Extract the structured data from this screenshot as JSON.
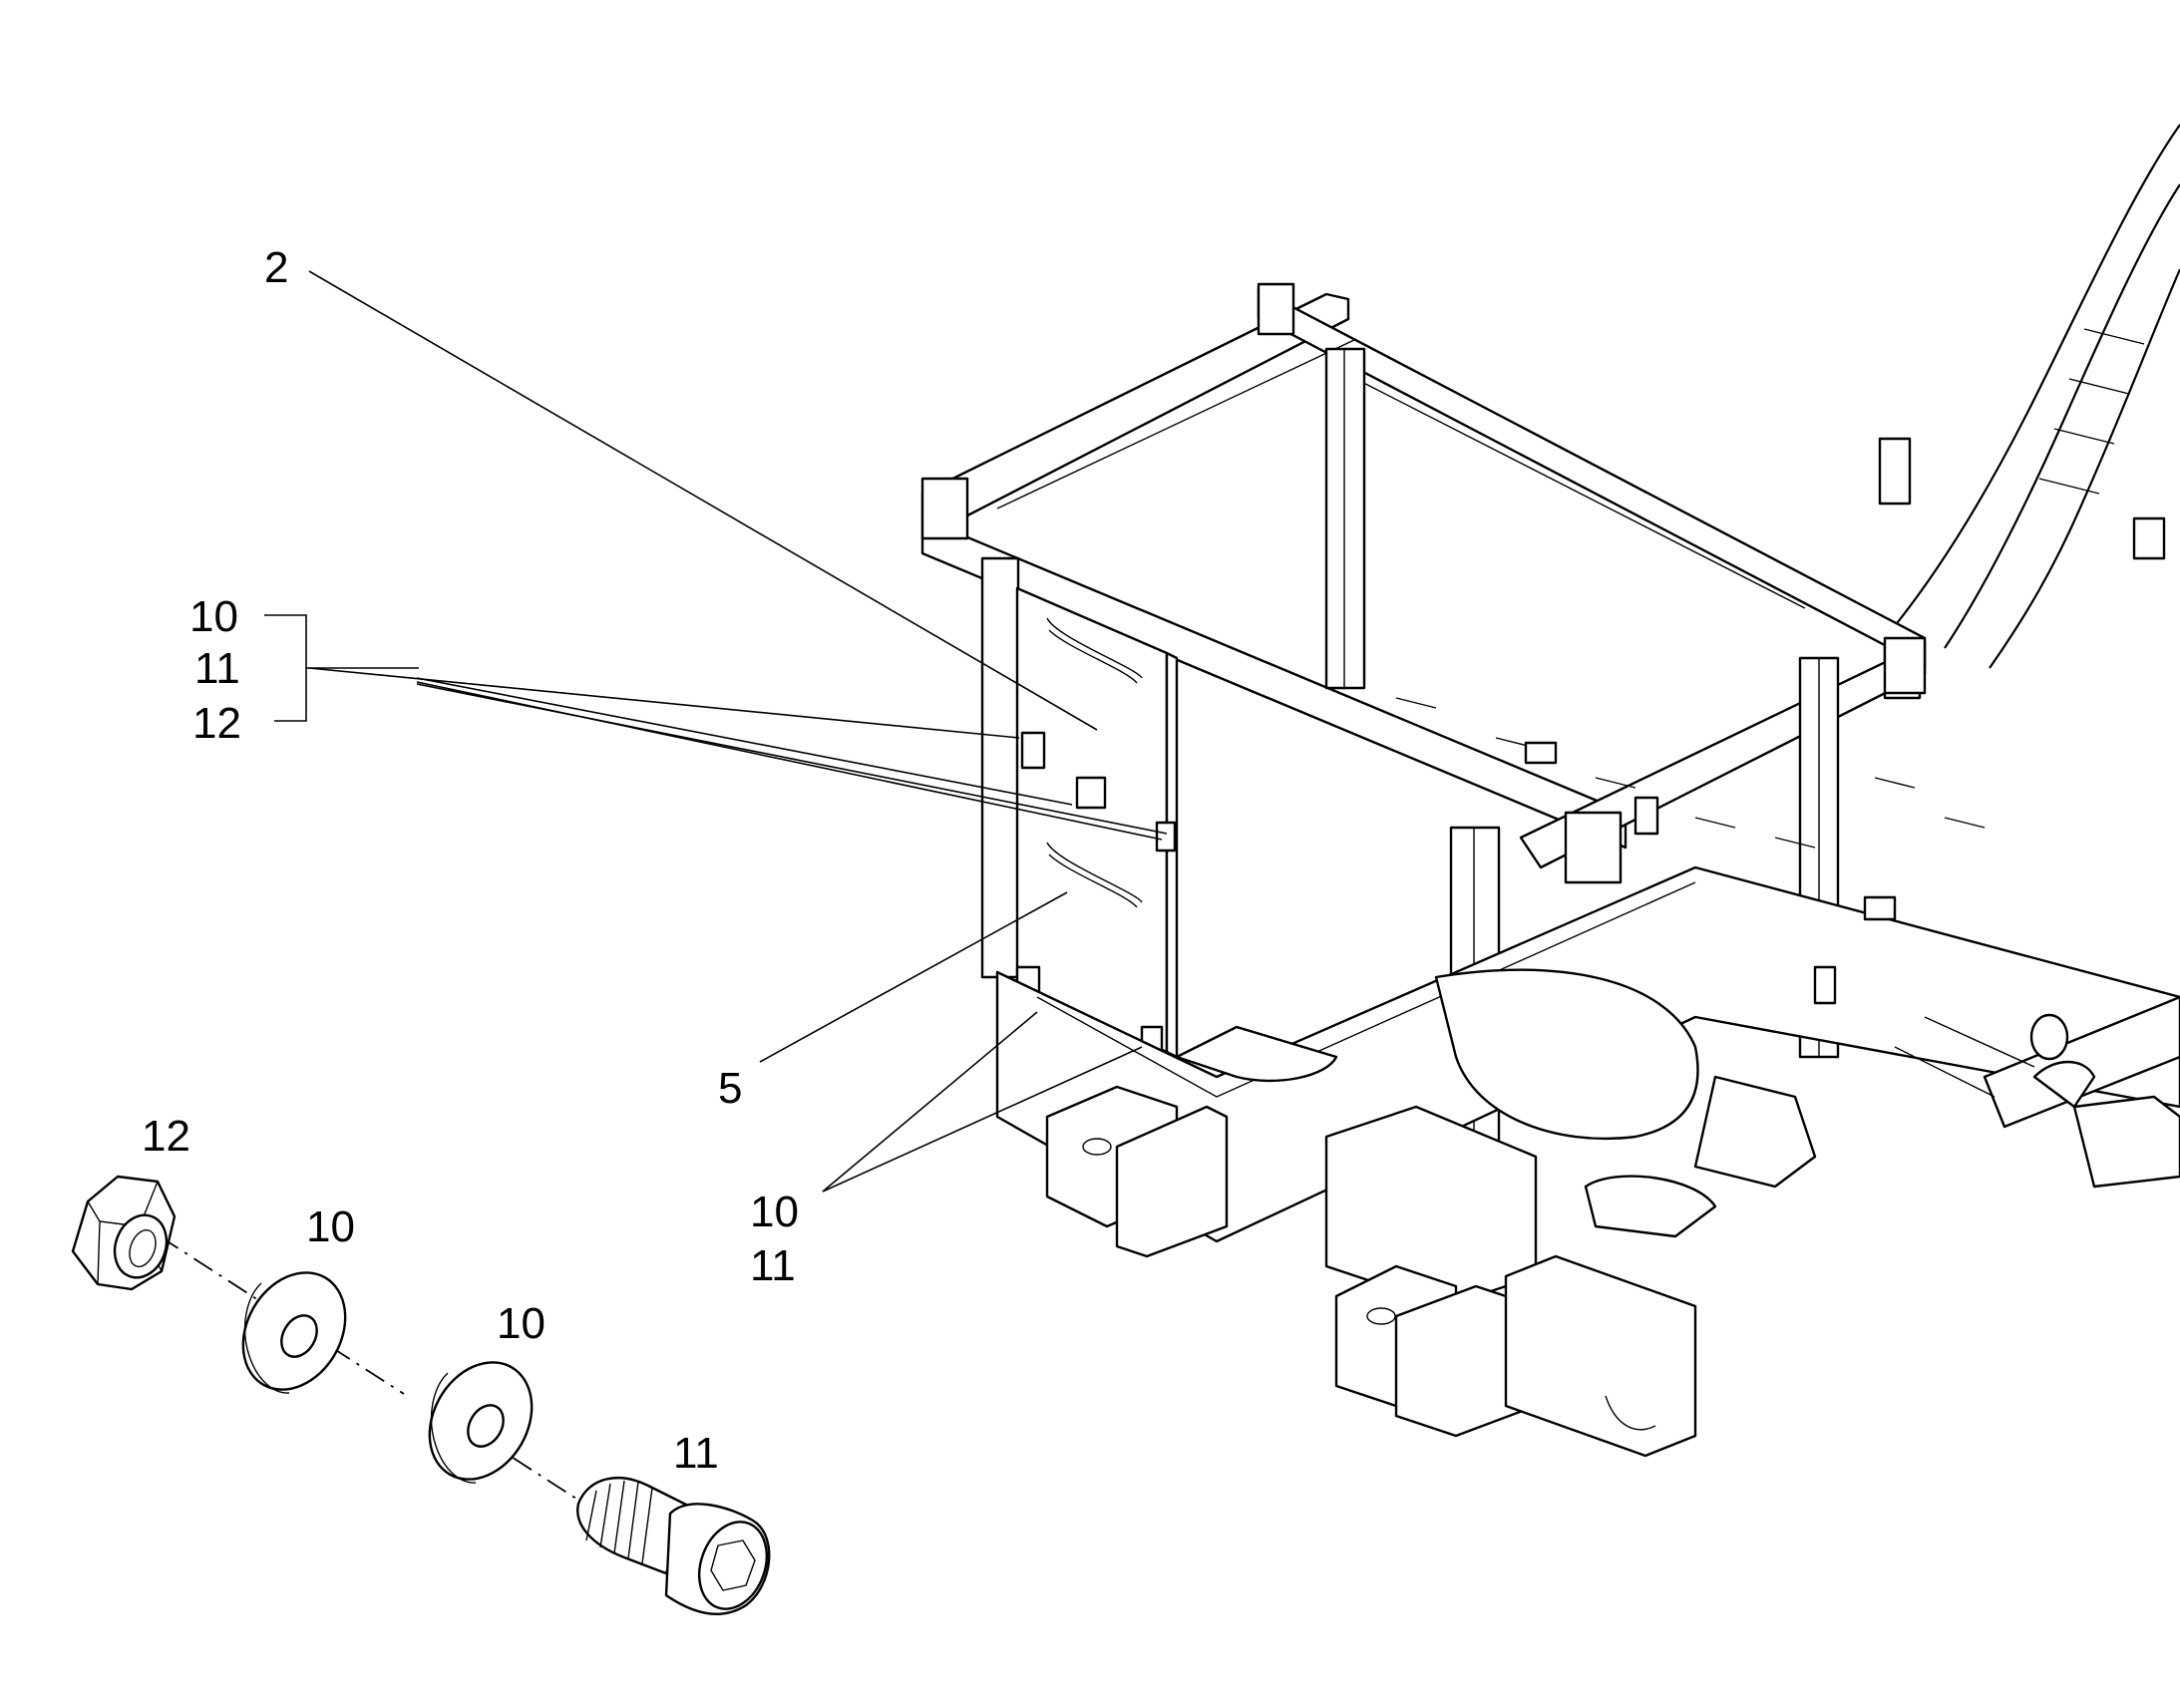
{
  "callouts": {
    "item_2": "2",
    "group_top": [
      "10",
      "11",
      "12"
    ],
    "item_5": "5",
    "group_bottom": [
      "10",
      "11"
    ],
    "nut": "12",
    "washer_a": "10",
    "washer_b": "10",
    "screw": "11"
  },
  "icons": [
    "exploded-assembly-drawing",
    "hex-nut-icon",
    "flat-washer-icon",
    "socket-head-cap-screw-icon"
  ]
}
